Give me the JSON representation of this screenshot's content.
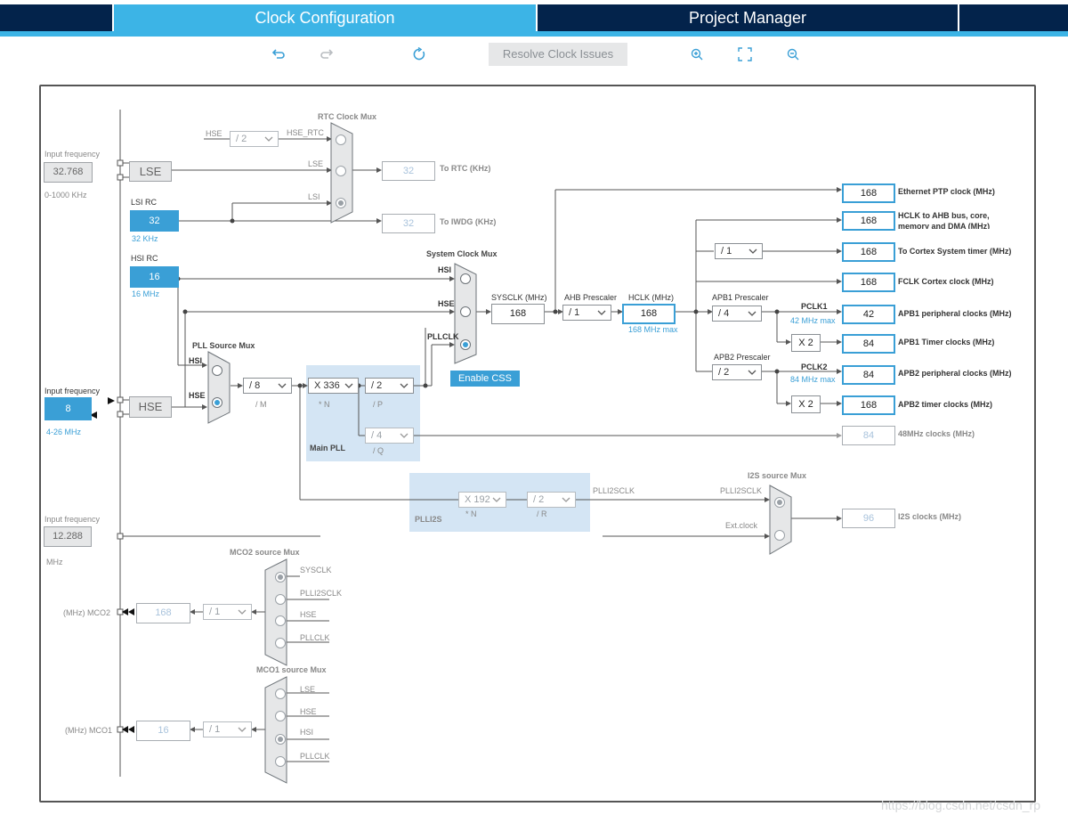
{
  "tabs": {
    "clock": "Clock Configuration",
    "project": "Project Manager"
  },
  "toolbar": {
    "resolve": "Resolve Clock Issues",
    "icons": [
      "undo-icon",
      "redo-icon",
      "refresh-icon",
      "zoom-in-icon",
      "fit-icon",
      "zoom-out-icon"
    ]
  },
  "inputs": {
    "lse": {
      "caption": "Input frequency",
      "value": "32.768",
      "range": "0-1000 KHz",
      "name": "LSE"
    },
    "lsi": {
      "name": "LSI RC",
      "value": "32",
      "note": "32 KHz"
    },
    "hsi": {
      "name": "HSI RC",
      "value": "16",
      "note": "16 MHz"
    },
    "hse": {
      "caption": "Input frequency",
      "value": "8",
      "range": "4-26 MHz",
      "name": "HSE"
    },
    "ext": {
      "caption": "Input frequency",
      "value": "12.288",
      "unit": "MHz"
    }
  },
  "rtc": {
    "title": "RTC Clock Mux",
    "hse_div": "/ 2",
    "labels": [
      "HSE",
      "HSE_RTC",
      "LSE",
      "LSI"
    ],
    "rtc_value": "32",
    "rtc_label": "To RTC (KHz)",
    "iwdg_value": "32",
    "iwdg_label": "To IWDG (KHz)"
  },
  "sysmux": {
    "title": "System Clock Mux",
    "labels": [
      "HSI",
      "HSE",
      "PLLCLK"
    ],
    "enable_css": "Enable CSS"
  },
  "pllmux": {
    "title": "PLL Source Mux",
    "labels": [
      "HSI",
      "HSE"
    ]
  },
  "mainpll": {
    "title": "Main PLL",
    "m": "/ 8",
    "m_label": "/ M",
    "n": "X 336",
    "n_label": "* N",
    "p": "/ 2",
    "p_label": "/ P",
    "q": "/ 4",
    "q_label": "/ Q"
  },
  "sysclk": {
    "label": "SYSCLK (MHz)",
    "value": "168"
  },
  "ahb": {
    "label": "AHB Prescaler",
    "value": "/ 1"
  },
  "hclk": {
    "label": "HCLK (MHz)",
    "value": "168",
    "max": "168 MHz max"
  },
  "apb1": {
    "label": "APB1 Prescaler",
    "value": "/ 4",
    "pclk": "PCLK1",
    "max": "42 MHz max",
    "x2": "X 2"
  },
  "apb2": {
    "label": "APB2 Prescaler",
    "value": "/ 2",
    "pclk": "PCLK2",
    "max": "84 MHz max",
    "x2": "X 2"
  },
  "cortex_div": "/ 1",
  "outputs": [
    {
      "value": "168",
      "label": "Ethernet PTP clock (MHz)"
    },
    {
      "value": "168",
      "label": "HCLK to AHB bus, core, memory and DMA (MHz)"
    },
    {
      "value": "168",
      "label": "To Cortex System timer (MHz)"
    },
    {
      "value": "168",
      "label": "FCLK Cortex clock (MHz)"
    },
    {
      "value": "42",
      "label": "APB1 peripheral clocks (MHz)"
    },
    {
      "value": "84",
      "label": "APB1 Timer clocks (MHz)"
    },
    {
      "value": "84",
      "label": "APB2 peripheral clocks (MHz)"
    },
    {
      "value": "168",
      "label": "APB2 timer clocks (MHz)"
    }
  ],
  "usb": {
    "value": "84",
    "label": "48MHz clocks (MHz)"
  },
  "plli2s": {
    "title": "PLLI2S",
    "n": "X 192",
    "n_label": "* N",
    "r": "/ 2",
    "r_label": "/ R",
    "out": "PLLI2SCLK"
  },
  "i2s": {
    "title": "I2S source Mux",
    "labels": [
      "PLLI2SCLK",
      "Ext.clock"
    ],
    "value": "96",
    "label": "I2S clocks (MHz)"
  },
  "mco2": {
    "title": "MCO2 source Mux",
    "labels": [
      "SYSCLK",
      "PLLI2SCLK",
      "HSE",
      "PLLCLK"
    ],
    "div": "/ 1",
    "value": "168",
    "label": "(MHz) MCO2"
  },
  "mco1": {
    "title": "MCO1 source Mux",
    "labels": [
      "LSE",
      "HSE",
      "HSI",
      "PLLCLK"
    ],
    "div": "/ 1",
    "value": "16",
    "label": "(MHz) MCO1"
  },
  "watermark": "https://blog.csdn.net/csdn_rp"
}
